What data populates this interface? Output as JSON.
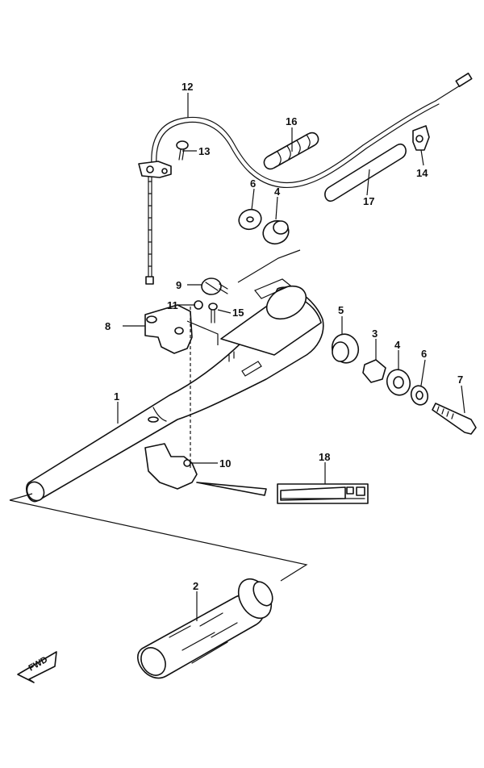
{
  "callouts": [
    {
      "id": "c1",
      "label": "1"
    },
    {
      "id": "c2",
      "label": "2"
    },
    {
      "id": "c3",
      "label": "3"
    },
    {
      "id": "c4a",
      "label": "4"
    },
    {
      "id": "c4b",
      "label": "4"
    },
    {
      "id": "c5",
      "label": "5"
    },
    {
      "id": "c6a",
      "label": "6"
    },
    {
      "id": "c6b",
      "label": "6"
    },
    {
      "id": "c7",
      "label": "7"
    },
    {
      "id": "c8",
      "label": "8"
    },
    {
      "id": "c9",
      "label": "9"
    },
    {
      "id": "c10",
      "label": "10"
    },
    {
      "id": "c11",
      "label": "11"
    },
    {
      "id": "c12",
      "label": "12"
    },
    {
      "id": "c13",
      "label": "13"
    },
    {
      "id": "c14",
      "label": "14"
    },
    {
      "id": "c15",
      "label": "15"
    },
    {
      "id": "c16",
      "label": "16"
    },
    {
      "id": "c17",
      "label": "17"
    },
    {
      "id": "c18",
      "label": "18"
    }
  ],
  "fwd_label": "FWD"
}
